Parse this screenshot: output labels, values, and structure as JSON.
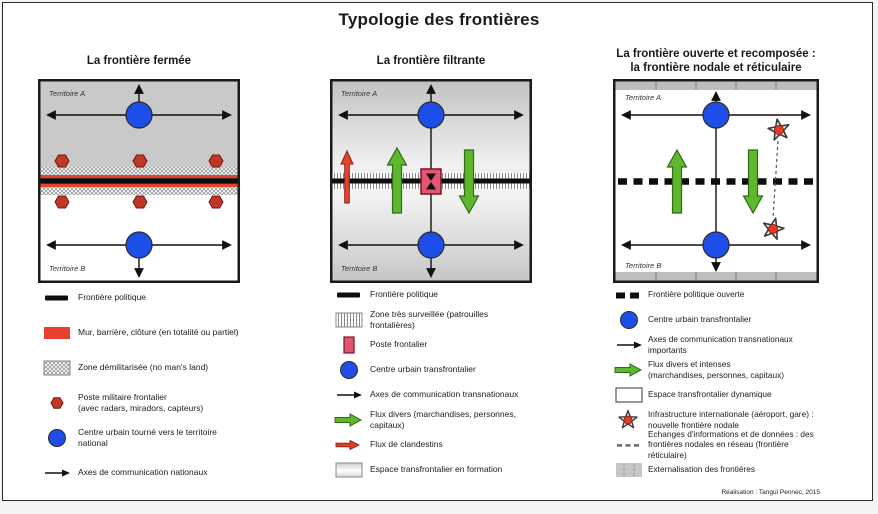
{
  "title": "Typologie des frontières",
  "credit": "Réalisation : Tangui Pennec, 2015",
  "colors": {
    "urban_blue": "#1d4ee8",
    "wall_red": "#e8402e",
    "military_red": "#bf3726",
    "flux_green": "#5eb82e",
    "clandestin_red": "#da3f28",
    "post_pink": "#e25672",
    "border_black": "#0d0d0d",
    "territory_gray": "#c9c9c9"
  },
  "panels": [
    {
      "heading": "La frontière fermée",
      "territory_a": "Territoire A",
      "territory_b": "Territoire B",
      "legend": [
        {
          "icon": "political-border-icon",
          "label": "Frontière politique"
        },
        {
          "icon": "wall-icon",
          "label": "Mur, barrière, clôture (en totalité ou partiel)"
        },
        {
          "icon": "demilitarized-zone-icon",
          "label": "Zone démilitarisée (no man's land)"
        },
        {
          "icon": "military-post-icon",
          "label": "Poste militaire frontalier\n(avec radars, miradors, capteurs)"
        },
        {
          "icon": "urban-center-icon",
          "label": "Centre urbain tourné vers le territoire national"
        },
        {
          "icon": "national-axis-arrow-icon",
          "label": "Axes de communication nationaux"
        }
      ]
    },
    {
      "heading": "La frontière filtrante",
      "territory_a": "Territoire A",
      "territory_b": "Territoire B",
      "legend": [
        {
          "icon": "political-border-icon",
          "label": "Frontière politique"
        },
        {
          "icon": "surveilled-zone-icon",
          "label": "Zone très surveillée (patrouilles frontalières)"
        },
        {
          "icon": "border-post-icon",
          "label": "Poste frontalier"
        },
        {
          "icon": "urban-center-icon",
          "label": "Centre urbain transfrontalier"
        },
        {
          "icon": "transnational-axis-arrow-icon",
          "label": "Axes de communication transnationaux"
        },
        {
          "icon": "flux-divers-arrow-icon",
          "label": "Flux divers (marchandises, personnes, capitaux)"
        },
        {
          "icon": "flux-clandestins-arrow-icon",
          "label": "Flux de clandestins"
        },
        {
          "icon": "espace-formation-icon",
          "label": "Espace transfrontalier en formation"
        }
      ]
    },
    {
      "heading": "La frontière ouverte et recomposée :\nla frontière nodale et réticulaire",
      "territory_a": "Territoire A",
      "territory_b": "Territoire B",
      "legend": [
        {
          "icon": "open-political-border-icon",
          "label": "Frontière politique ouverte"
        },
        {
          "icon": "urban-center-icon",
          "label": "Centre urbain transfrontalier"
        },
        {
          "icon": "transnational-axis-arrow-icon",
          "label": "Axes de communication transnationaux importants"
        },
        {
          "icon": "flux-intenses-arrow-icon",
          "label": "Flux divers et intenses\n(marchandises, personnes, capitaux)"
        },
        {
          "icon": "espace-dynamique-icon",
          "label": "Espace transfrontalier dynamique"
        },
        {
          "icon": "infrastructure-node-icon",
          "label": "Infrastructure internationale (aéroport, gare) :\nnouvelle frontière nodale"
        },
        {
          "icon": "echanges-dashes-icon",
          "label": "Echanges d'informations et de données : des\nfrontières nodales en réseau (frontière réticulaire)"
        },
        {
          "icon": "externalisation-icon",
          "label": "Externalisation des frontières"
        }
      ]
    }
  ]
}
